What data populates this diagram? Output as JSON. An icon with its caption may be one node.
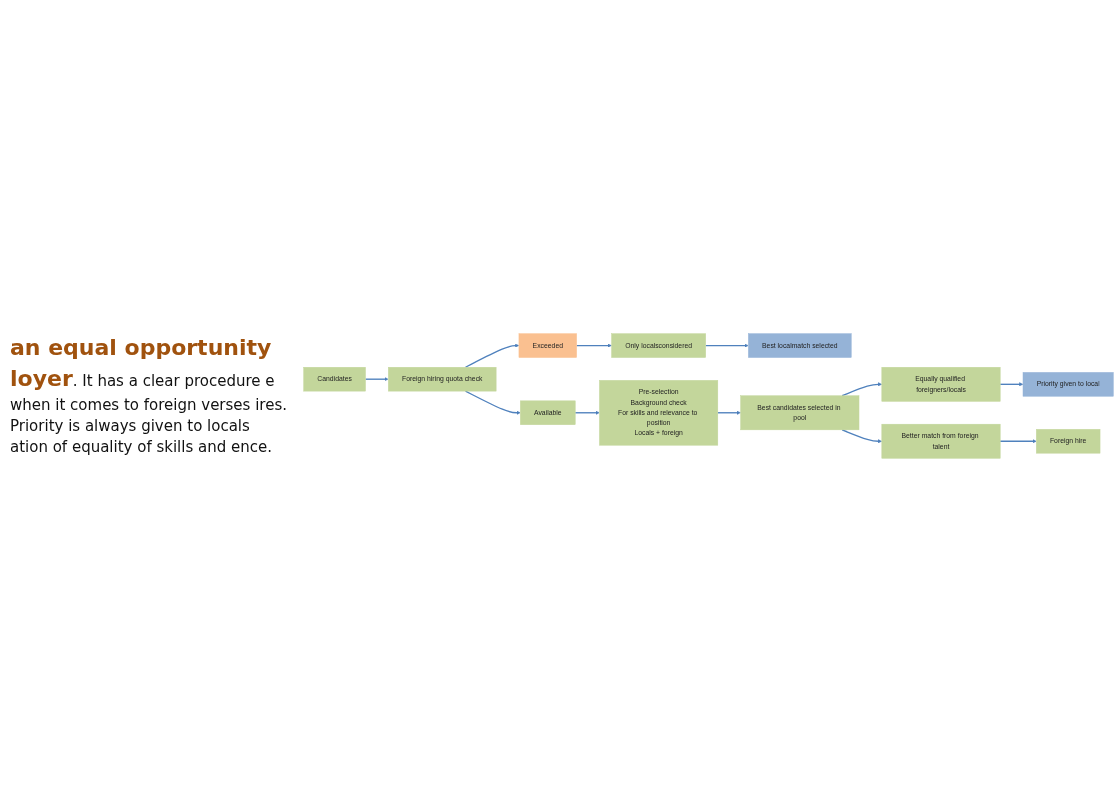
{
  "diagram": {
    "nodes": [
      {
        "text": [
          "Candidates"
        ]
      },
      {
        "text": [
          "Foreign hiring quota check"
        ]
      },
      {
        "text": [
          "Available"
        ]
      },
      {
        "text": [
          "Exceeded"
        ]
      },
      {
        "text": [
          "Only localsconsidered"
        ]
      },
      {
        "text": [
          "Best localmatch selected"
        ]
      },
      {
        "text": [
          "Pre-selection",
          "Background check",
          "For skills and relevance to position",
          "Locals + foreign"
        ]
      },
      {
        "text": [
          "Best candidates selected in pool"
        ]
      },
      {
        "text": [
          "Equally qualified foreigners/locals"
        ]
      },
      {
        "text": [
          "Better match from foreign talent"
        ]
      },
      {
        "text": [
          "Priority given to local"
        ]
      },
      {
        "text": [
          "Foreign hire"
        ]
      }
    ],
    "edges": [
      {
        "from": 0,
        "to": 1,
        "arrow": "to"
      },
      {
        "from": 1,
        "to": 2,
        "arrow": "to"
      },
      {
        "from": 1,
        "to": 3,
        "arrow": "to"
      },
      {
        "from": 3,
        "to": 4,
        "arrow": "to"
      },
      {
        "from": 4,
        "to": 5,
        "arrow": "to"
      },
      {
        "from": 2,
        "to": 6,
        "arrow": "to"
      },
      {
        "from": 6,
        "to": 7,
        "arrow": "to"
      },
      {
        "from": 7,
        "to": 8,
        "arrow": "to"
      },
      {
        "from": 7,
        "to": 9,
        "arrow": "to"
      },
      {
        "from": 8,
        "to": 10,
        "arrow": "to"
      },
      {
        "from": 9,
        "to": 11,
        "arrow": "to"
      }
    ],
    "labels": [
      "**an equal opportunity loyer**. It has a clear procedure e when it comes to foreign verses ires. Priority is always given to locals ation of equality of skills and ence."
    ]
  }
}
